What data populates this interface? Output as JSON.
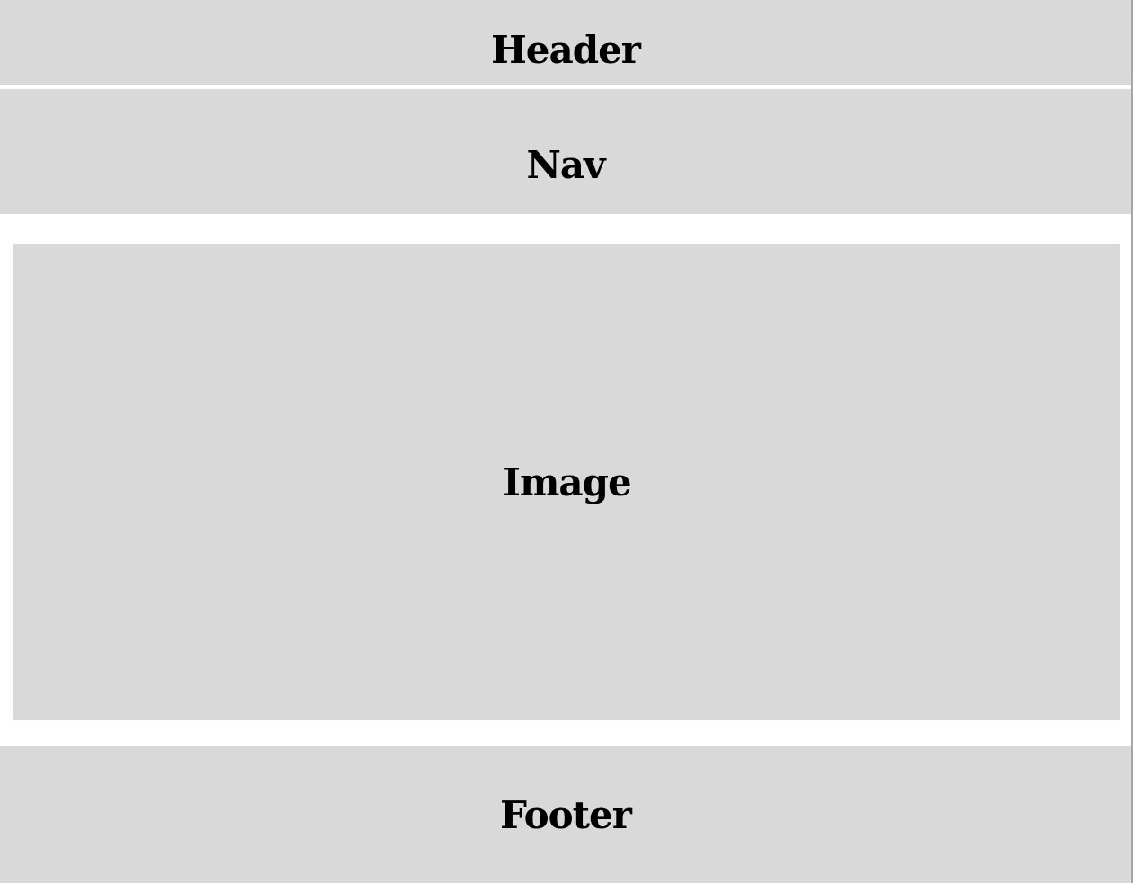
{
  "header": {
    "label": "Header"
  },
  "nav": {
    "label": "Nav"
  },
  "image": {
    "label": "Image"
  },
  "footer": {
    "label": "Footer"
  },
  "colors": {
    "block_background": "#d9d9d9",
    "page_background": "#ffffff",
    "text": "#000000"
  }
}
